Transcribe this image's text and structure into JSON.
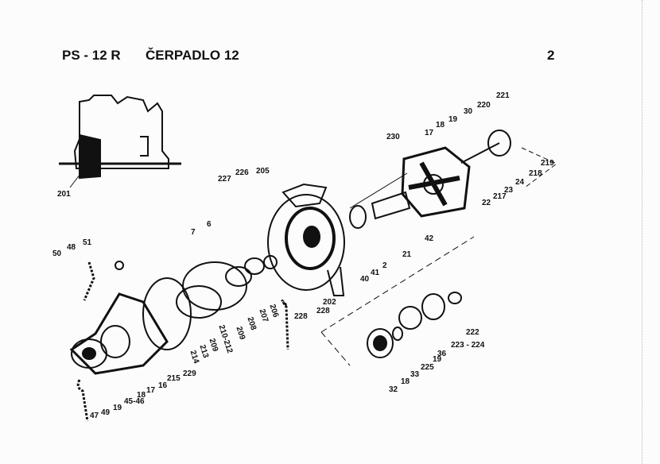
{
  "header": {
    "code": "PS - 12 R",
    "title": "ČERPADLO 12",
    "page": "2"
  },
  "labels": {
    "l201": "201",
    "l221": "221",
    "l220": "220",
    "l30": "30",
    "l19a": "19",
    "l18a": "18",
    "l17a": "17",
    "l230": "230",
    "l219": "219",
    "l218": "218",
    "l24": "24",
    "l23": "23",
    "l217": "217",
    "l22": "22",
    "l42": "42",
    "l21": "21",
    "l2": "2",
    "l41": "41",
    "l40": "40",
    "l202": "202",
    "l228a": "228",
    "l228b": "228",
    "l227": "227",
    "l226": "226",
    "l205": "205",
    "l6": "6",
    "l7": "7",
    "l51": "51",
    "l48": "48",
    "l50": "50",
    "l206": "206",
    "l207": "207",
    "l208": "208",
    "l209a": "209",
    "l210": "210-212",
    "l209b": "209",
    "l213": "213",
    "l214": "214",
    "l229": "229",
    "l215": "215",
    "l16": "16",
    "l17b": "17",
    "l18b": "18",
    "l4546": "45-46",
    "l19b": "19",
    "l49": "49",
    "l47": "47",
    "l222": "222",
    "l223": "223 - 224",
    "l36": "36",
    "l19c": "19",
    "l225": "225",
    "l33": "33",
    "l18c": "18",
    "l32": "32"
  }
}
